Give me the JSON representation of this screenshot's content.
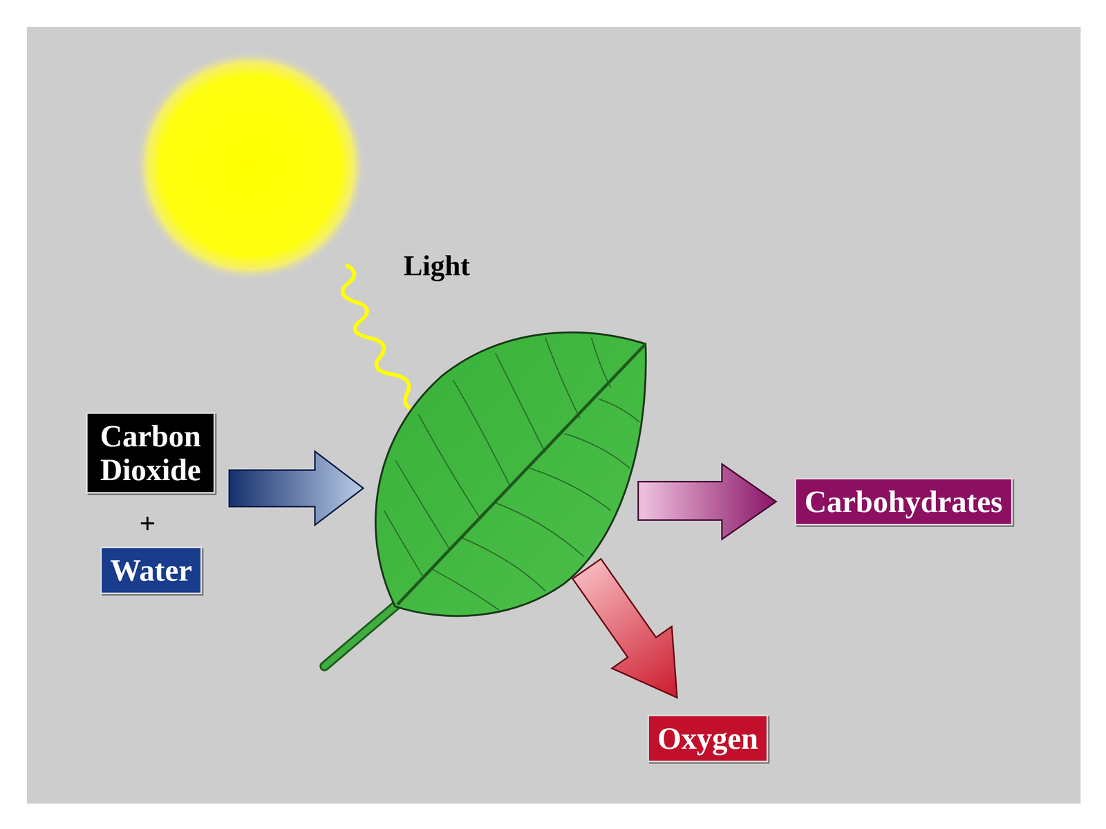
{
  "diagram": {
    "nodes": [
      {
        "text": [
          "Carbon Dioxide"
        ]
      },
      {
        "text": [
          "Water"
        ]
      },
      {
        "text": [
          "Carbohydrates"
        ]
      },
      {
        "text": [
          "Oxygen"
        ]
      }
    ],
    "labels": [
      "Light",
      "+"
    ]
  }
}
